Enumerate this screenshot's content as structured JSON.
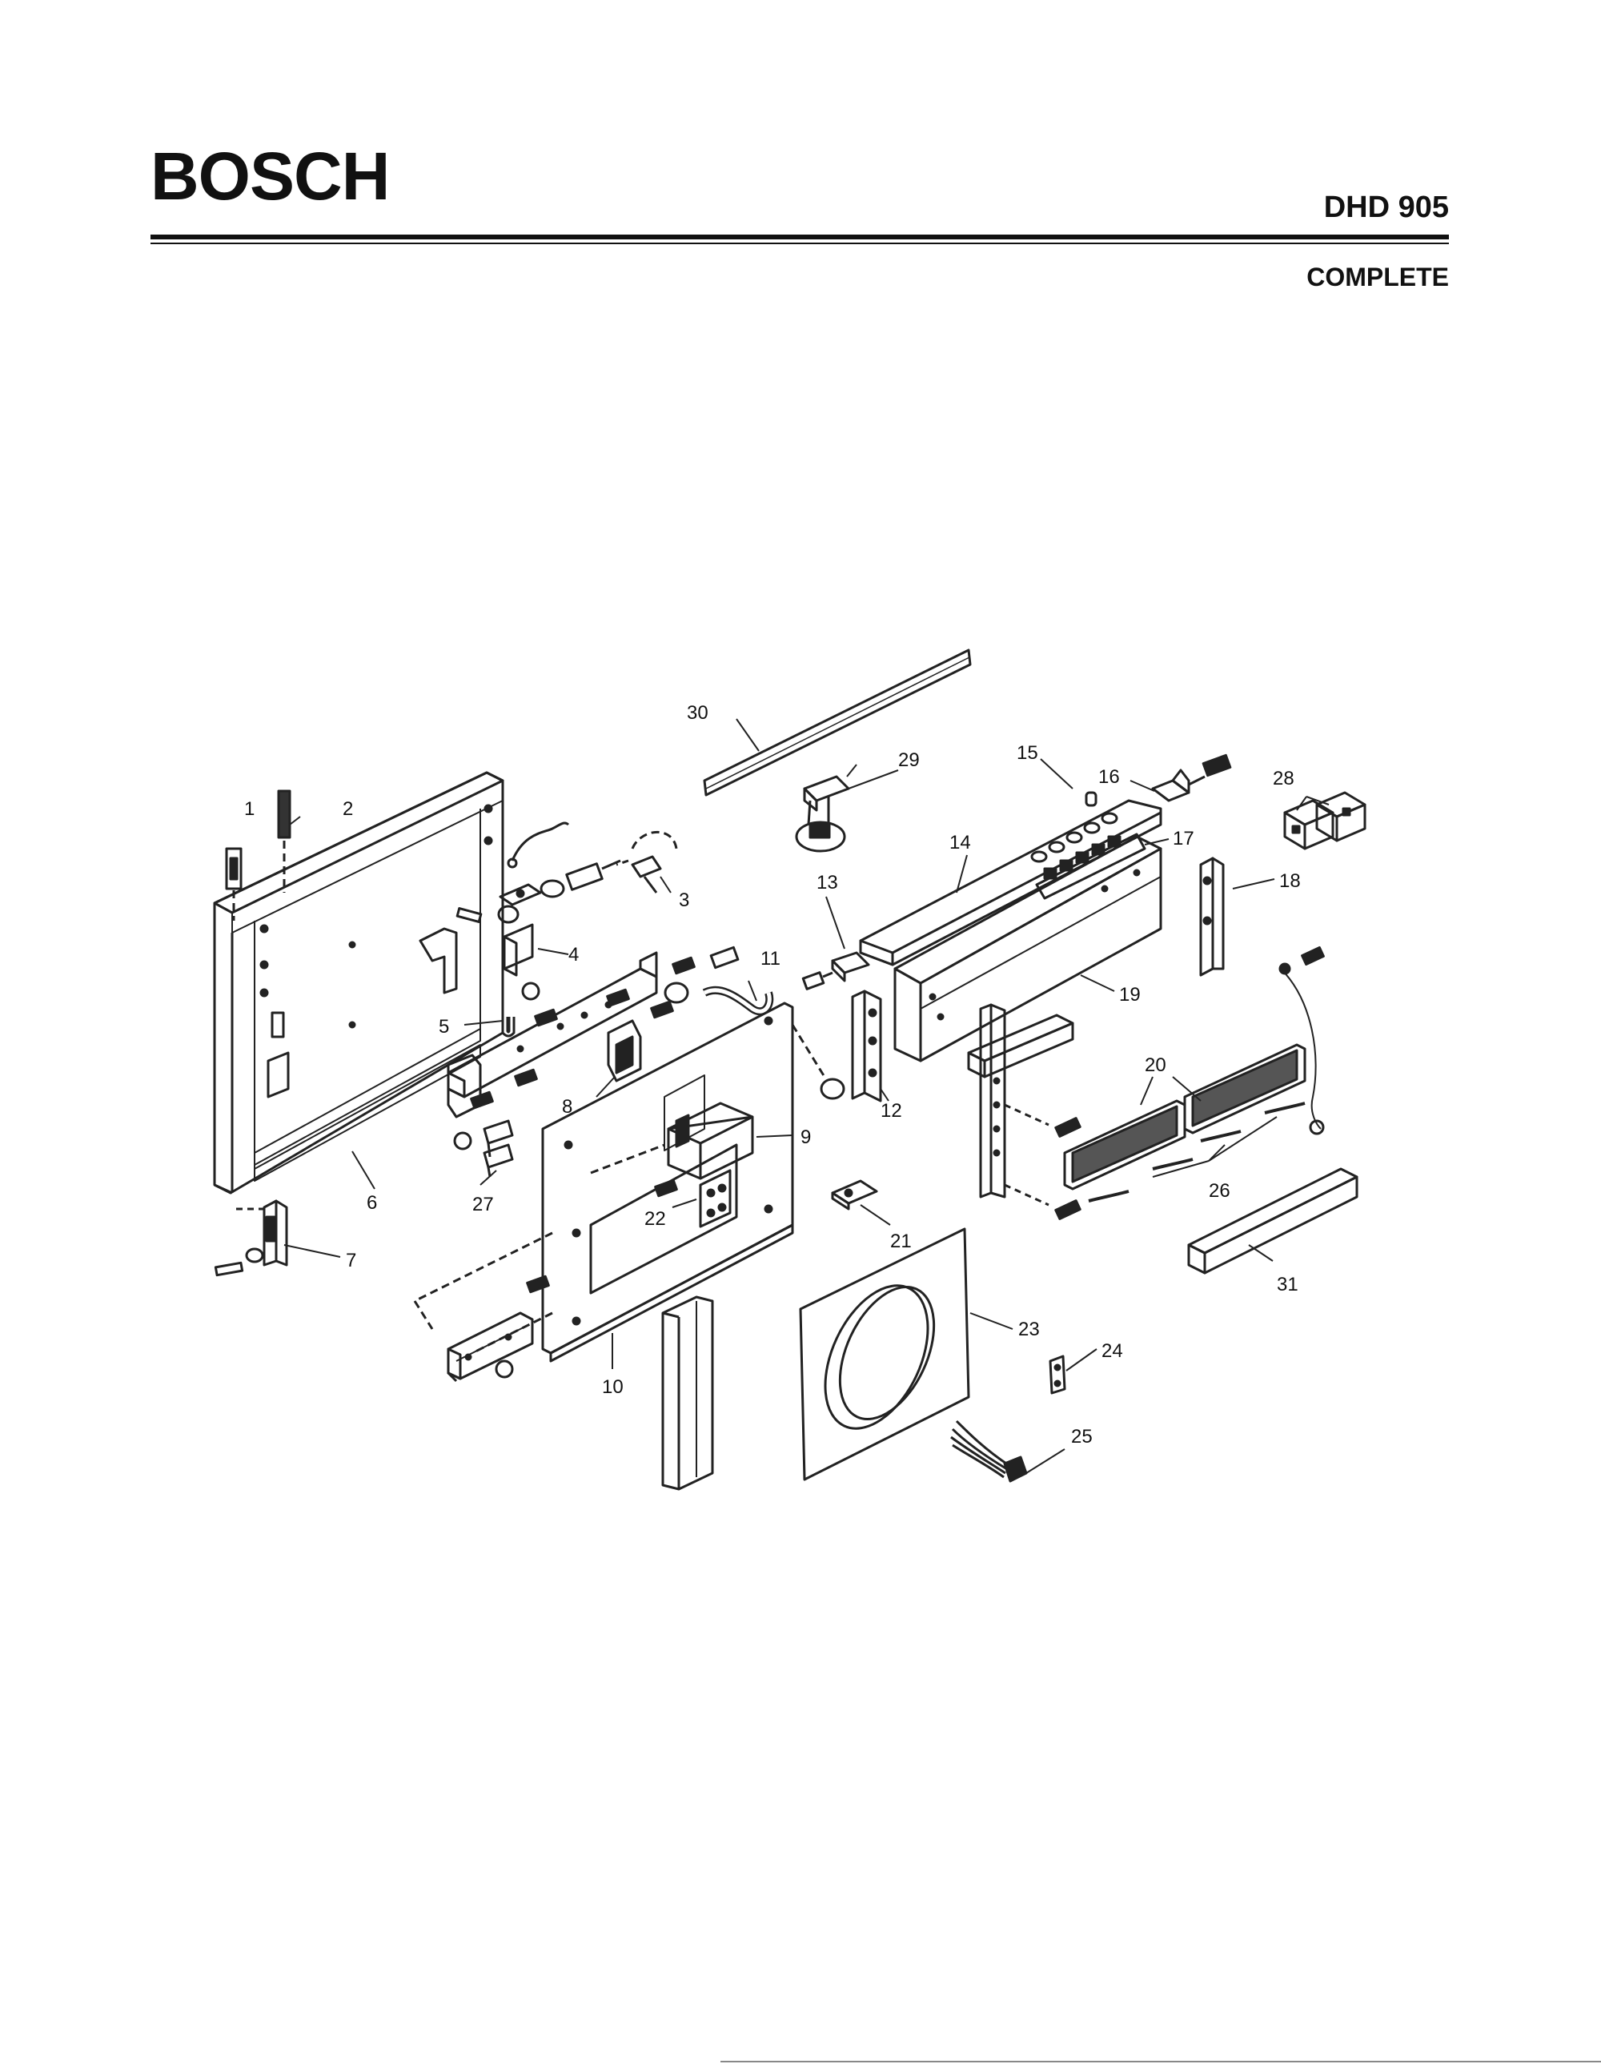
{
  "header": {
    "brand": "BOSCH",
    "model": "DHD 905",
    "section": "COMPLETE"
  },
  "callouts": [
    {
      "id": "1",
      "label": "1"
    },
    {
      "id": "2",
      "label": "2"
    },
    {
      "id": "3",
      "label": "3"
    },
    {
      "id": "4",
      "label": "4"
    },
    {
      "id": "5",
      "label": "5"
    },
    {
      "id": "6",
      "label": "6"
    },
    {
      "id": "7",
      "label": "7"
    },
    {
      "id": "8",
      "label": "8"
    },
    {
      "id": "9",
      "label": "9"
    },
    {
      "id": "10",
      "label": "10"
    },
    {
      "id": "11",
      "label": "11"
    },
    {
      "id": "12",
      "label": "12"
    },
    {
      "id": "13",
      "label": "13"
    },
    {
      "id": "14",
      "label": "14"
    },
    {
      "id": "15",
      "label": "15"
    },
    {
      "id": "16",
      "label": "16"
    },
    {
      "id": "17",
      "label": "17"
    },
    {
      "id": "18",
      "label": "18"
    },
    {
      "id": "19",
      "label": "19"
    },
    {
      "id": "20",
      "label": "20"
    },
    {
      "id": "21",
      "label": "21"
    },
    {
      "id": "22",
      "label": "22"
    },
    {
      "id": "23",
      "label": "23"
    },
    {
      "id": "24",
      "label": "24"
    },
    {
      "id": "25",
      "label": "25"
    },
    {
      "id": "26",
      "label": "26"
    },
    {
      "id": "27",
      "label": "27"
    },
    {
      "id": "28",
      "label": "28"
    },
    {
      "id": "29",
      "label": "29"
    },
    {
      "id": "30",
      "label": "30"
    },
    {
      "id": "31",
      "label": "31"
    }
  ]
}
